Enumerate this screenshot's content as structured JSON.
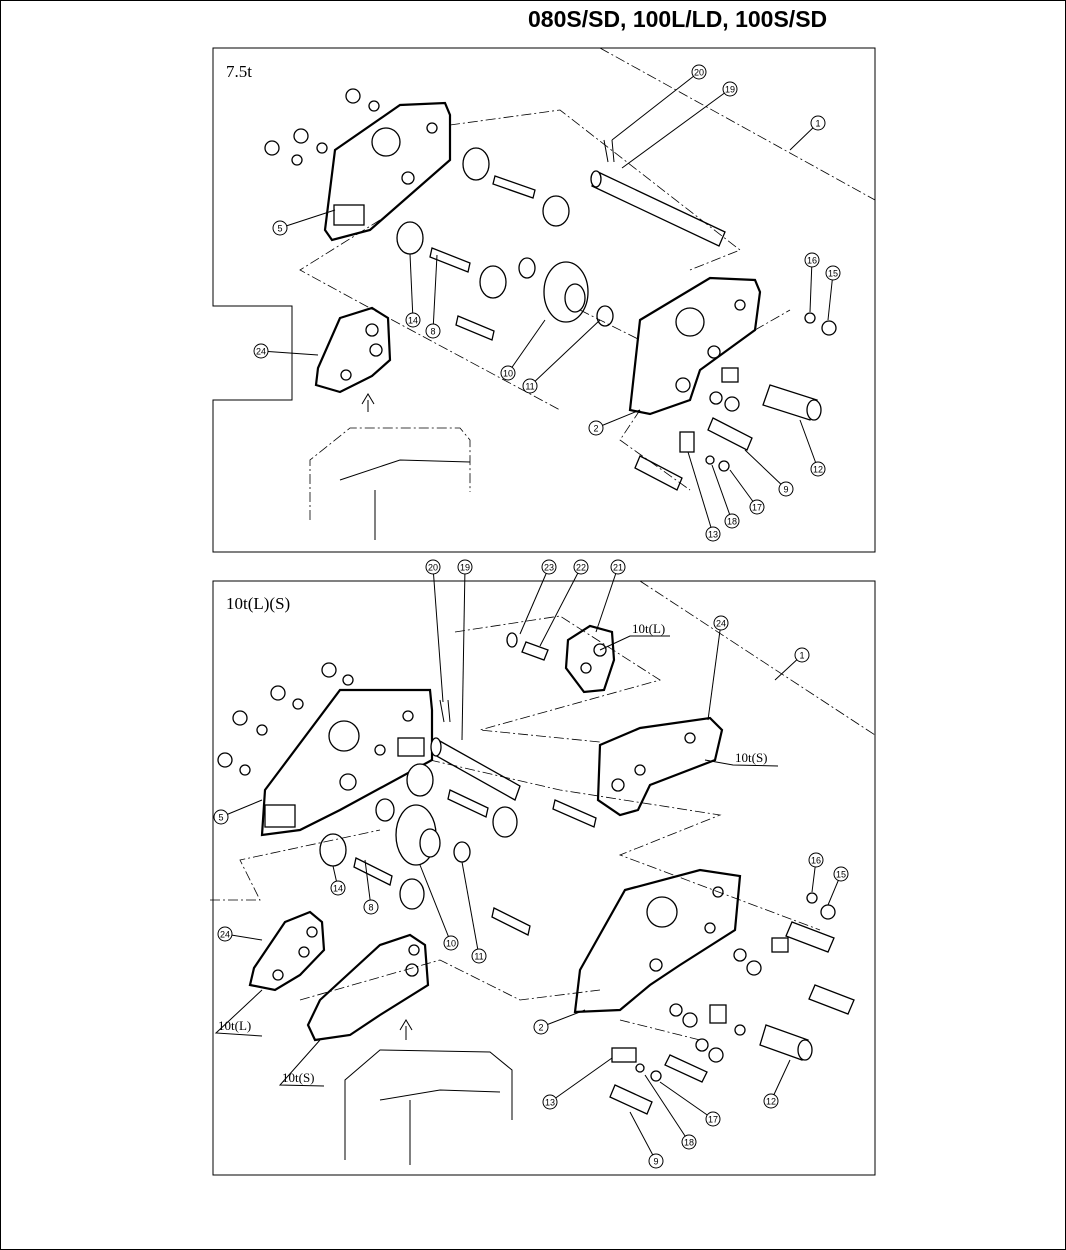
{
  "title": "080S/SD, 100L/LD, 100S/SD",
  "panels": [
    {
      "label": "7.5t",
      "callouts": [
        "20",
        "19",
        "1",
        "5",
        "16",
        "15",
        "24",
        "14",
        "8",
        "10",
        "11",
        "2",
        "9",
        "12",
        "17",
        "18",
        "13"
      ]
    },
    {
      "label": "10t(L)(S)",
      "callouts": [
        "20",
        "19",
        "23",
        "22",
        "21",
        "24",
        "1",
        "5",
        "16",
        "15",
        "14",
        "8",
        "10",
        "11",
        "24",
        "2",
        "12",
        "13",
        "17",
        "18",
        "9"
      ],
      "variant_labels": [
        "10t(L)",
        "10t(S)",
        "10t(L)",
        "10t(S)"
      ]
    }
  ]
}
